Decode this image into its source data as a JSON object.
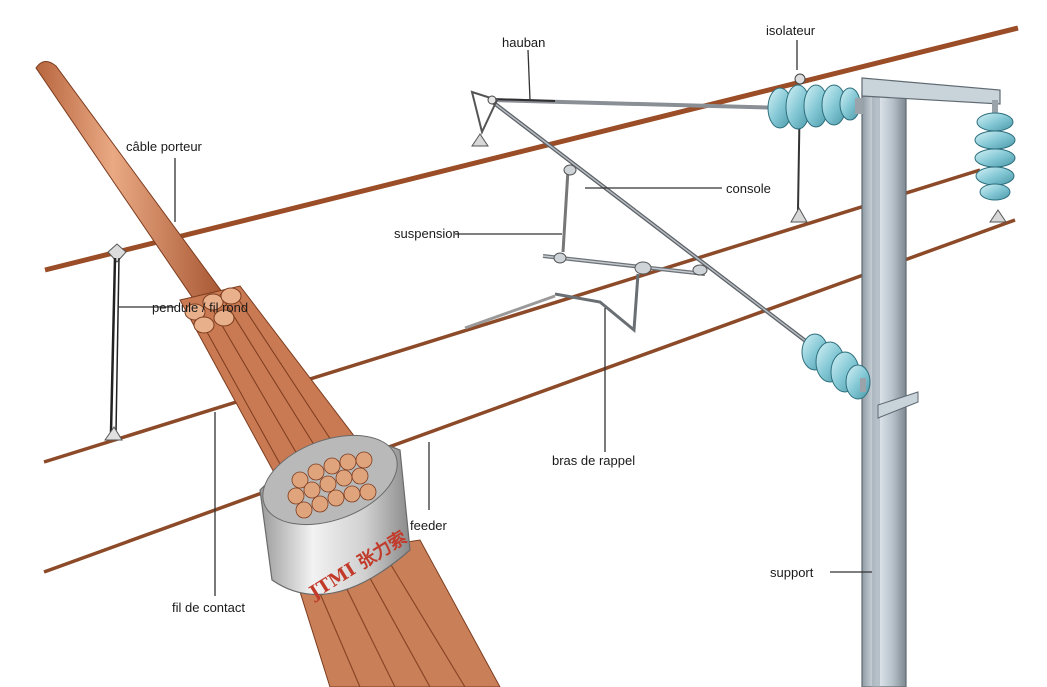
{
  "labels": {
    "hauban": "hauban",
    "isolateur": "isolateur",
    "cable_porteur": "câble porteur",
    "console": "console",
    "suspension": "suspension",
    "pendule": "pendule / fil rond",
    "bras_de_rappel": "bras de rappel",
    "feeder": "feeder",
    "fil_de_contact": "fil de contact",
    "support": "support"
  },
  "cable_print": "JTMI 张力索",
  "colors": {
    "copper_wire": "#a0522d",
    "copper_light": "#d8956a",
    "steel": "#8a8f96",
    "insulator": "#8fd0dc",
    "mast": "#b8c4cc",
    "leader": "#333333"
  }
}
